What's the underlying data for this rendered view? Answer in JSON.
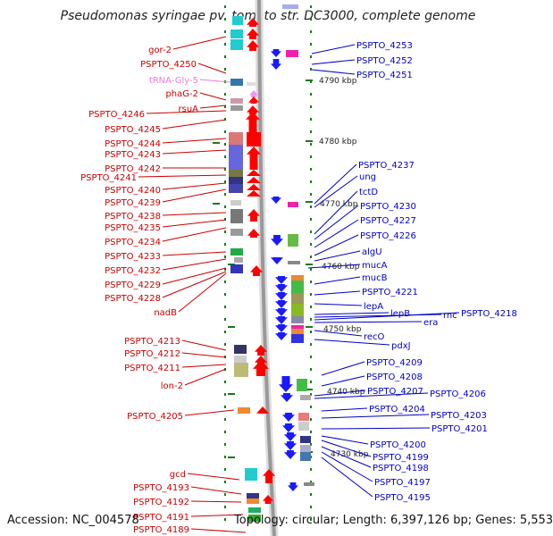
{
  "title": "Pseudomonas syringae pv. tomato str. DC3000, complete genome",
  "footer": {
    "accession": "Accession: NC_004578",
    "topology": "Topology: circular; Length: 6,397,126 bp; Genes: 5,553"
  },
  "colors": {
    "left_label": "#cc0000",
    "right_label": "#0000cc",
    "trna_label": "#e87ed6",
    "forward_arrow": "#ff0000",
    "reverse_arrow": "#1a1aff",
    "backbone": "#999999",
    "tick": "#1a7a1a"
  },
  "scale_labels": [
    "4790 kbp",
    "4780 kbp",
    "4770 kbp",
    "4760 kbp",
    "4750 kbp",
    "4740 kbp",
    "4730 kbp"
  ],
  "left_labels": [
    {
      "text": "gor-2",
      "type": "gene"
    },
    {
      "text": "PSPTO_4250",
      "type": "gene"
    },
    {
      "text": "tRNA-Gly-5",
      "type": "trna"
    },
    {
      "text": "phaG-2",
      "type": "gene"
    },
    {
      "text": "rsuA",
      "type": "gene"
    },
    {
      "text": "PSPTO_4246",
      "type": "gene"
    },
    {
      "text": "PSPTO_4245",
      "type": "gene"
    },
    {
      "text": "PSPTO_4244",
      "type": "gene"
    },
    {
      "text": "PSPTO_4243",
      "type": "gene"
    },
    {
      "text": "PSPTO_4242",
      "type": "gene"
    },
    {
      "text": "PSPTO_4241",
      "type": "gene"
    },
    {
      "text": "PSPTO_4240",
      "type": "gene"
    },
    {
      "text": "PSPTO_4239",
      "type": "gene"
    },
    {
      "text": "PSPTO_4238",
      "type": "gene"
    },
    {
      "text": "PSPTO_4235",
      "type": "gene"
    },
    {
      "text": "PSPTO_4234",
      "type": "gene"
    },
    {
      "text": "PSPTO_4233",
      "type": "gene"
    },
    {
      "text": "PSPTO_4232",
      "type": "gene"
    },
    {
      "text": "PSPTO_4229",
      "type": "gene"
    },
    {
      "text": "PSPTO_4228",
      "type": "gene"
    },
    {
      "text": "nadB",
      "type": "gene"
    },
    {
      "text": "PSPTO_4213",
      "type": "gene"
    },
    {
      "text": "PSPTO_4212",
      "type": "gene"
    },
    {
      "text": "PSPTO_4211",
      "type": "gene"
    },
    {
      "text": "lon-2",
      "type": "gene"
    },
    {
      "text": "PSPTO_4205",
      "type": "gene"
    },
    {
      "text": "gcd",
      "type": "gene"
    },
    {
      "text": "PSPTO_4193",
      "type": "gene"
    },
    {
      "text": "PSPTO_4192",
      "type": "gene"
    },
    {
      "text": "PSPTO_4191",
      "type": "gene"
    },
    {
      "text": "PSPTO_4189",
      "type": "gene"
    }
  ],
  "right_labels": [
    "PSPTO_4253",
    "PSPTO_4252",
    "PSPTO_4251",
    "PSPTO_4237",
    "ung",
    "tctD",
    "PSPTO_4230",
    "PSPTO_4227",
    "PSPTO_4226",
    "algU",
    "mucA",
    "mucB",
    "PSPTO_4221",
    "lepA",
    "lepB",
    "rnc",
    "PSPTO_4218",
    "era",
    "recO",
    "pdxJ",
    "PSPTO_4209",
    "PSPTO_4208",
    "PSPTO_4207",
    "PSPTO_4206",
    "PSPTO_4204",
    "PSPTO_4203",
    "PSPTO_4201",
    "PSPTO_4200",
    "PSPTO_4199",
    "PSPTO_4198",
    "PSPTO_4197",
    "PSPTO_4195"
  ]
}
